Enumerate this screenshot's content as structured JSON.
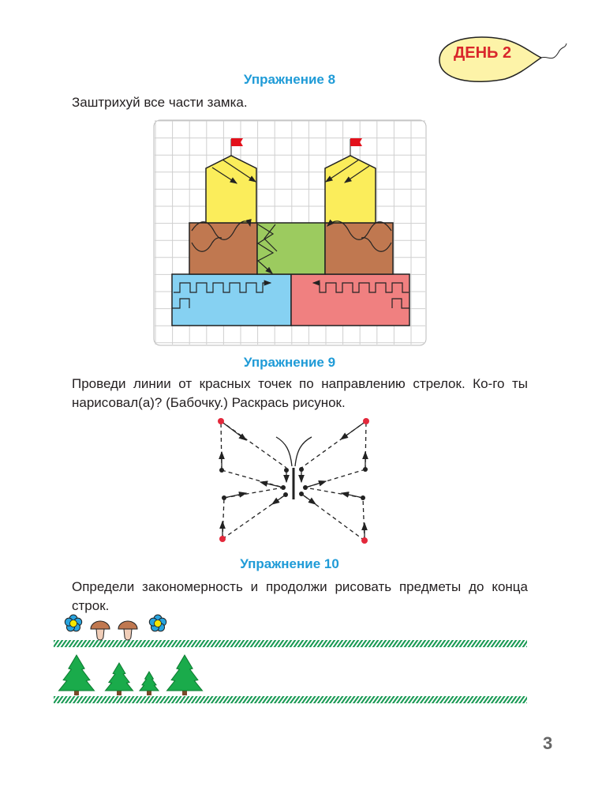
{
  "badge": {
    "label": "ДЕНЬ 2"
  },
  "exercise8": {
    "title": "Упражнение 8",
    "instruction": "Заштрихуй все части замка."
  },
  "exercise9": {
    "title": "Упражнение 9",
    "instruction": "Проведи линии от красных точек по направлению стрелок. Ко-го ты нарисовал(а)? (Бабочку.) Раскрась рисунок."
  },
  "exercise10": {
    "title": "Упражнение 10",
    "instruction": "Определи закономерность и продолжи рисовать предметы до конца строк."
  },
  "page_number": "3",
  "colors": {
    "heading": "#1f9bd7",
    "badge_text": "#d9262b",
    "badge_fill": "#fdf3a8",
    "tower": "#fbed5b",
    "brick": "#c07850",
    "gate": "#9ccb5f",
    "wall_left": "#86d1f2",
    "wall_right": "#f08080",
    "tree": "#1aab4b",
    "stripe": "#1a9a55"
  }
}
